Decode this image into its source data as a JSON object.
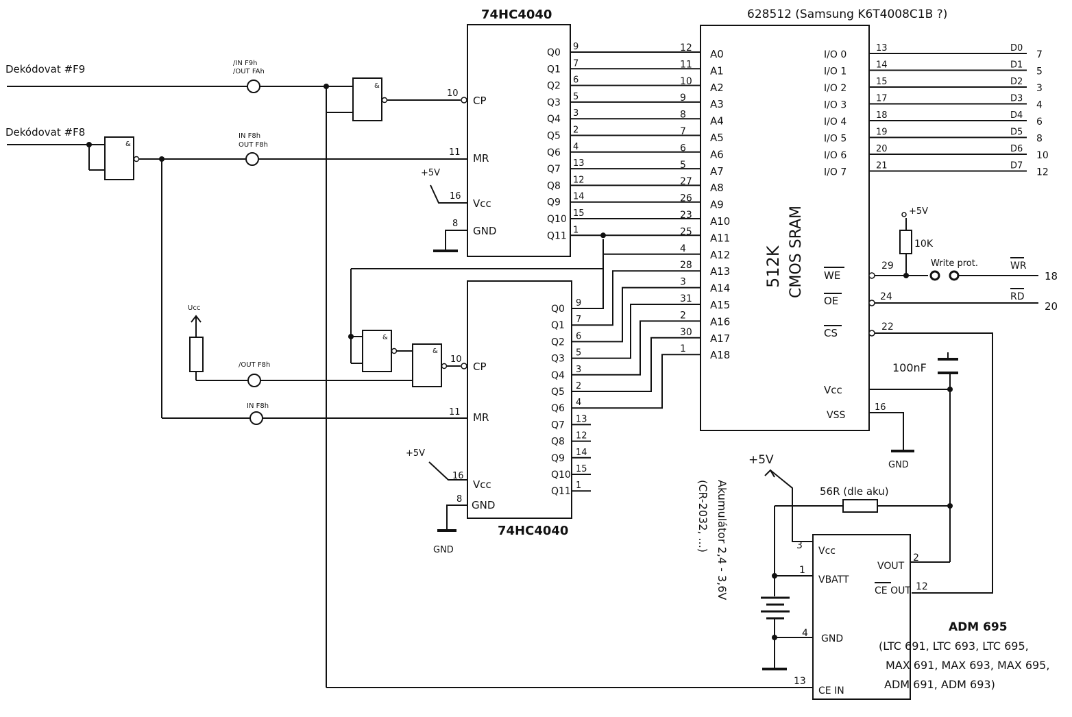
{
  "counter_top": {
    "title": "74HC4040",
    "pins": {
      "cp_num": "10",
      "cp": "CP",
      "mr_num": "11",
      "mr": "MR",
      "vcc_num": "16",
      "vcc": "Vcc",
      "gnd_num": "8",
      "gnd": "GND",
      "supply": "+5V"
    },
    "outputs": [
      {
        "label": "Q0",
        "pin": "9"
      },
      {
        "label": "Q1",
        "pin": "7"
      },
      {
        "label": "Q2",
        "pin": "6"
      },
      {
        "label": "Q3",
        "pin": "5"
      },
      {
        "label": "Q4",
        "pin": "3"
      },
      {
        "label": "Q5",
        "pin": "2"
      },
      {
        "label": "Q6",
        "pin": "4"
      },
      {
        "label": "Q7",
        "pin": "13"
      },
      {
        "label": "Q8",
        "pin": "12"
      },
      {
        "label": "Q9",
        "pin": "14"
      },
      {
        "label": "Q10",
        "pin": "15"
      },
      {
        "label": "Q11",
        "pin": "1"
      }
    ]
  },
  "counter_bottom": {
    "title": "74HC4040",
    "pins": {
      "cp_num": "10",
      "cp": "CP",
      "mr_num": "11",
      "mr": "MR",
      "vcc_num": "16",
      "vcc": "Vcc",
      "gnd_num": "8",
      "gnd": "GND",
      "supply": "+5V",
      "ground": "GND"
    },
    "outputs": [
      {
        "label": "Q0",
        "pin": "9"
      },
      {
        "label": "Q1",
        "pin": "7"
      },
      {
        "label": "Q2",
        "pin": "6"
      },
      {
        "label": "Q3",
        "pin": "5"
      },
      {
        "label": "Q4",
        "pin": "3"
      },
      {
        "label": "Q5",
        "pin": "2"
      },
      {
        "label": "Q6",
        "pin": "4"
      },
      {
        "label": "Q7",
        "pin": "13"
      },
      {
        "label": "Q8",
        "pin": "12"
      },
      {
        "label": "Q9",
        "pin": "14"
      },
      {
        "label": "Q10",
        "pin": "15"
      },
      {
        "label": "Q11",
        "pin": "1"
      }
    ]
  },
  "sram": {
    "title": "628512 (Samsung K6T4008C1B ?)",
    "center_label_1": "512K",
    "center_label_2": "CMOS SRAM",
    "address": [
      {
        "label": "A0",
        "pin": "12"
      },
      {
        "label": "A1",
        "pin": "11"
      },
      {
        "label": "A2",
        "pin": "10"
      },
      {
        "label": "A3",
        "pin": "9"
      },
      {
        "label": "A4",
        "pin": "8"
      },
      {
        "label": "A5",
        "pin": "7"
      },
      {
        "label": "A6",
        "pin": "6"
      },
      {
        "label": "A7",
        "pin": "5"
      },
      {
        "label": "A8",
        "pin": "27"
      },
      {
        "label": "A9",
        "pin": "26"
      },
      {
        "label": "A10",
        "pin": "23"
      },
      {
        "label": "A11",
        "pin": "25"
      },
      {
        "label": "A12",
        "pin": "4"
      },
      {
        "label": "A13",
        "pin": "28"
      },
      {
        "label": "A14",
        "pin": "3"
      },
      {
        "label": "A15",
        "pin": "31"
      },
      {
        "label": "A16",
        "pin": "2"
      },
      {
        "label": "A17",
        "pin": "30"
      },
      {
        "label": "A18",
        "pin": "1"
      }
    ],
    "io": [
      {
        "label": "I/O 0",
        "pin": "13",
        "bus": "D0",
        "slot": "7"
      },
      {
        "label": "I/O 1",
        "pin": "14",
        "bus": "D1",
        "slot": "5"
      },
      {
        "label": "I/O 2",
        "pin": "15",
        "bus": "D2",
        "slot": "3"
      },
      {
        "label": "I/O 3",
        "pin": "17",
        "bus": "D3",
        "slot": "4"
      },
      {
        "label": "I/O 4",
        "pin": "18",
        "bus": "D4",
        "slot": "6"
      },
      {
        "label": "I/O 5",
        "pin": "19",
        "bus": "D5",
        "slot": "8"
      },
      {
        "label": "I/O 6",
        "pin": "20",
        "bus": "D6",
        "slot": "10"
      },
      {
        "label": "I/O 7",
        "pin": "21",
        "bus": "D7",
        "slot": "12"
      }
    ],
    "we": "WE",
    "we_pin": "29",
    "oe": "OE",
    "oe_pin": "24",
    "cs": "CS",
    "cs_pin": "22",
    "vcc": "Vcc",
    "vss": "VSS",
    "vss_pin": "16",
    "gnd": "GND"
  },
  "inputs": {
    "dek_f9": "Dekódovat #F9",
    "dek_f8": "Dekódovat #F8",
    "c1_line1": "/IN F9h",
    "c1_line2": "/OUT FAh",
    "c2_line1": "IN F8h",
    "c2_line2": "OUT F8h",
    "c3": "/OUT F8h",
    "c4": "IN F8h",
    "ucc": "Ucc"
  },
  "gate_symbol": "&",
  "write_protect": {
    "supply": "+5V",
    "resistor": "10K",
    "label": "Write prot.",
    "wr": "WR",
    "wr_slot": "18",
    "rd": "RD",
    "rd_slot": "20"
  },
  "capacitor": "100nF",
  "supervisor": {
    "name": "ADM 695",
    "alt_line1": "(LTC 691, LTC 693, LTC 695,",
    "alt_line2": "MAX 691, MAX 693, MAX 695,",
    "alt_line3": "ADM 691, ADM 693)",
    "vcc": "Vcc",
    "vcc_pin": "3",
    "vbatt": "VBATT",
    "vbatt_pin": "1",
    "gnd": "GND",
    "gnd_pin": "4",
    "cein": "CE IN",
    "cein_pin": "13",
    "vout": "VOUT",
    "vout_pin": "2",
    "ceout": "CE OUT",
    "ceout_pin": "12",
    "supply": "+5V",
    "resistor": "56R (dle aku)",
    "battery_line1": "Akumulátor 2,4 - 3,6V",
    "battery_line2": "(CR-2032, ...)"
  }
}
